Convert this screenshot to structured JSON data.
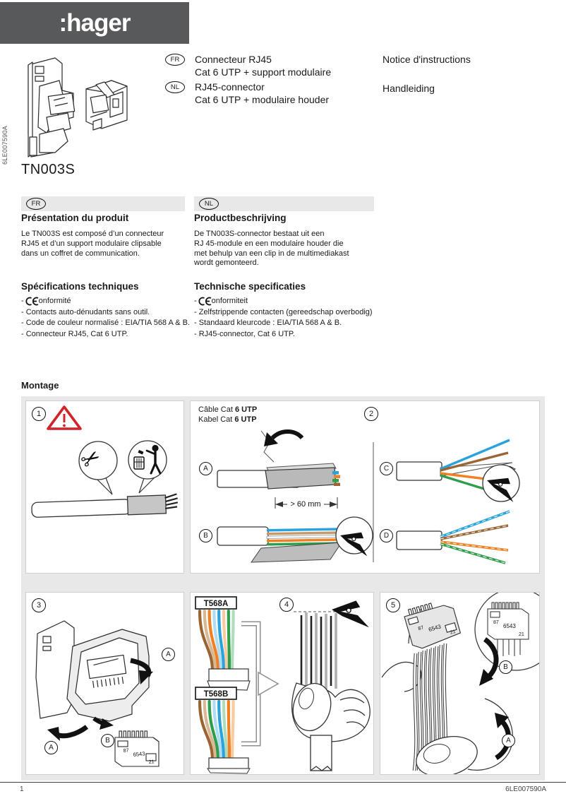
{
  "header": {
    "logo_text": ":hager"
  },
  "product": {
    "code": "TN003S",
    "side_code": "6LE007590A"
  },
  "intro": {
    "fr_badge": "FR",
    "nl_badge": "NL",
    "fr_line1": "Connecteur RJ45",
    "fr_line2": "Cat 6 UTP + support modulaire",
    "nl_line1": "RJ45-connector",
    "nl_line2": "Cat 6 UTP + modulaire houder",
    "doc_title_fr": "Notice d'instructions",
    "doc_title_nl": "Handleiding"
  },
  "fr": {
    "lang_badge": "FR",
    "presentation_heading": "Présentation du produit",
    "body_lines": [
      "Le TN003S est composé d’un connecteur",
      "RJ45 et d’un support modulaire clipsable",
      "dans un coffret de communication."
    ],
    "specs_heading": "Spécifications techniques",
    "ce_prefix": "- ",
    "ce_label": "onformité",
    "items": [
      "- Contacts auto-dénudants sans outil.",
      "- Code de couleur normalisé : EIA/TIA 568 A & B.",
      "- Connecteur RJ45, Cat 6 UTP."
    ]
  },
  "nl": {
    "lang_badge": "NL",
    "presentation_heading": "Productbeschrijving",
    "body_lines": [
      "De TN003S-connector bestaat uit een",
      "RJ 45-module en een modulaire houder die",
      "met behulp van een clip in de multimediakast",
      "wordt gemonteerd."
    ],
    "specs_heading": "Technische specificaties",
    "ce_prefix": "- ",
    "ce_label": "onformiteit",
    "items": [
      "- Zelfstrippende contacten (gereedschap overbodig)",
      "- Standaard kleurcode : EIA/TIA 568 A & B.",
      "- RJ45-connector, Cat 6 UTP."
    ]
  },
  "montage": {
    "heading": "Montage",
    "steps": {
      "s1": "1",
      "s2": "2",
      "s3": "3",
      "s4": "4",
      "s5": "5"
    },
    "labels": {
      "a": "A",
      "b": "B",
      "c": "C",
      "d": "D"
    },
    "pins": {
      "row1": "87",
      "row2": "6543",
      "row3": "21"
    },
    "panel2": {
      "cable_fr_prefix": "Câble Cat ",
      "cable_fr_bold": "6 UTP",
      "cable_nl_prefix": "Kabel Cat ",
      "cable_nl_bold": "6 UTP",
      "dim": "> 60 mm"
    },
    "panel4": {
      "t568a": "T568A",
      "t568b": "T568B"
    }
  },
  "footer": {
    "page_number": "1",
    "doc_ref": "6LE007590A"
  },
  "colors": {
    "header_bar": "#58595b",
    "section_bar": "#e8e8e8",
    "montage_bg": "#e8e8e8",
    "warning_red": "#d1232a",
    "wire_blue": "#2aa3dc",
    "wire_brown": "#9a6434",
    "wire_orange": "#f08024",
    "wire_green": "#2f9e4c"
  }
}
